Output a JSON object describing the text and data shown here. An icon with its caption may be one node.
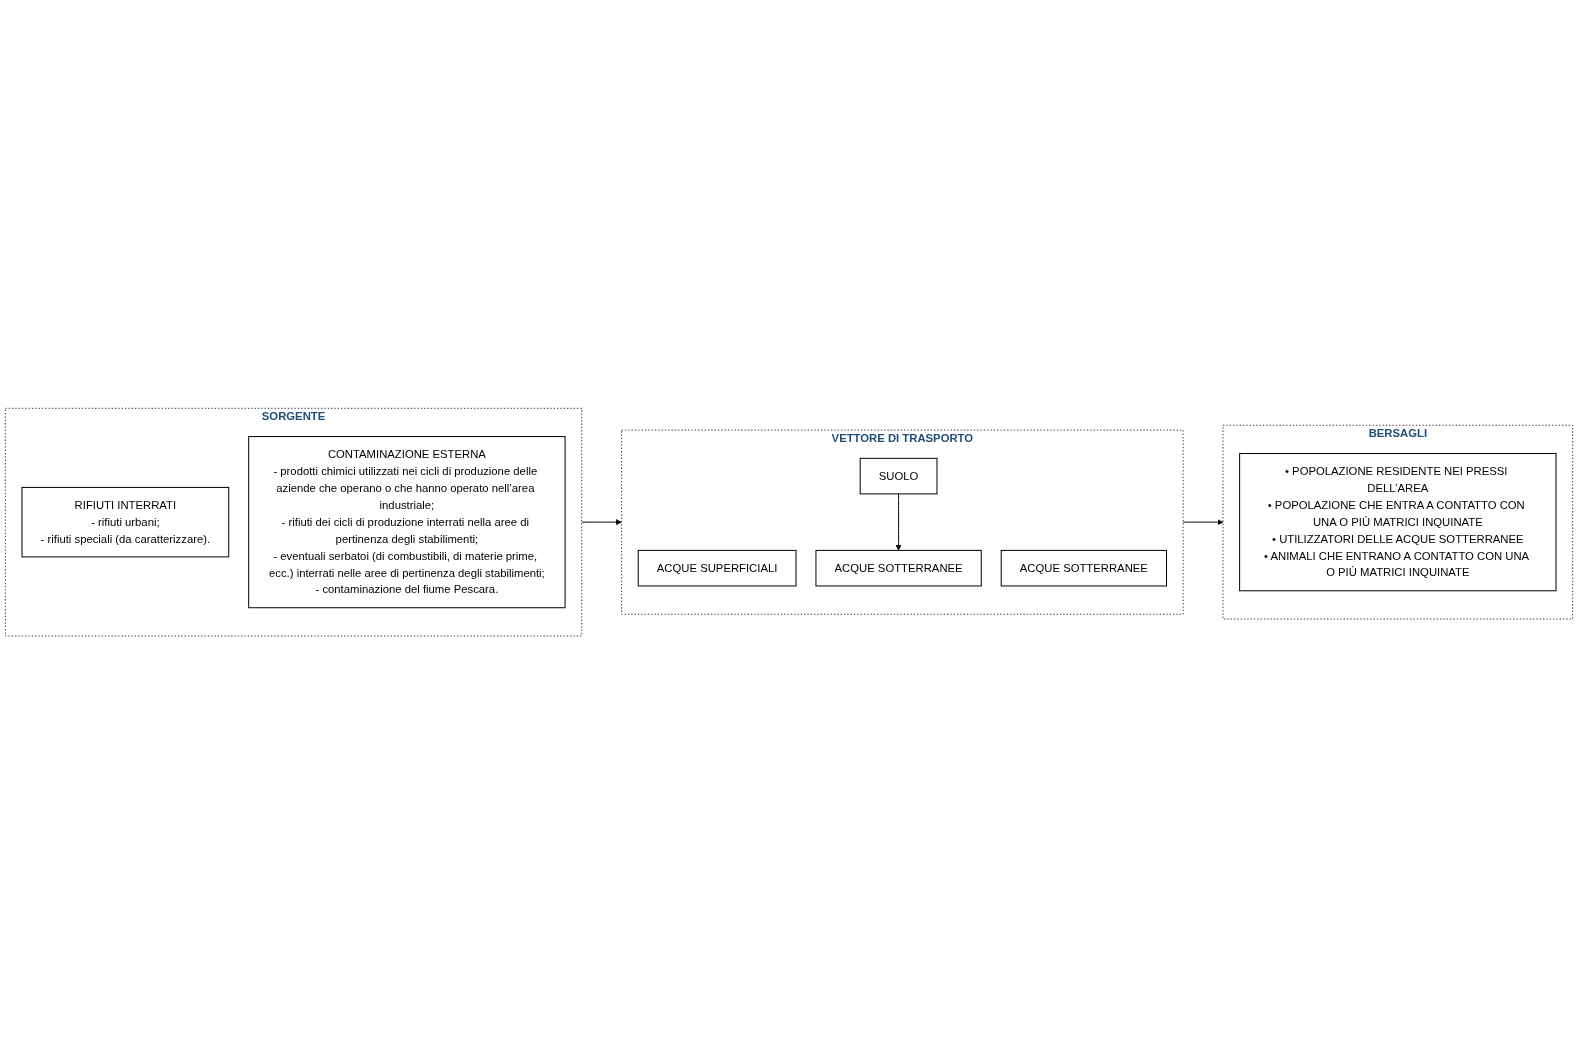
{
  "diagram": {
    "nodes": [
      {
        "text": [
          "SORGENTE"
        ]
      },
      {
        "text": [
          "RIFIUTI INTERRATI",
          "- rifiuti urbani;",
          "- rifiuti speciali (da caratterizzare)."
        ],
        "in": 0
      },
      {
        "text": [
          "CONTAMINAZIONE ESTERNA",
          "- prodotti chimici utilizzati nei cicli di produzione delle aziende che operano o che hanno operato nell’area industriale;",
          "- rifiuti dei cicli di produzione interrati nella aree di pertinenza degli stabilimenti;",
          "- eventuali serbatoi (di combustibili, di materie prime, ecc.) interrati nelle aree di pertinenza degli stabilimenti;",
          "- contaminazione del fiume Pescara."
        ],
        "in": 0
      },
      {
        "text": [
          "VETTORE DI TRASPORTO"
        ]
      },
      {
        "text": [
          "ACQUE SUPERFICIALI"
        ],
        "in": 3
      },
      {
        "text": [
          "ACQUE SOTTERRANEE"
        ],
        "in": 3
      },
      {
        "text": [
          "SUOLO"
        ],
        "in": 3
      },
      {
        "text": [
          "ACQUE SOTTERRANEE"
        ],
        "in": 3
      },
      {
        "text": [
          "BERSAGLI"
        ]
      },
      {
        "text": [
          "• POPOLAZIONE RESIDENTE NEI PRESSI DELL’AREA",
          "• POPOLAZIONE CHE ENTRA A CONTATTO CON UNA O PIÙ MATRICI INQUINATE",
          "• UTILIZZATORI DELLE ACQUE SOTTERRANEE",
          "• ANIMALI CHE ENTRANO A CONTATTO CON UNA O PIÙ MATRICI INQUINATE"
        ],
        "in": 8
      }
    ],
    "edges": [
      {
        "from": 0,
        "to": 3,
        "arrow": "to"
      },
      {
        "from": 3,
        "to": 8,
        "arrow": "to"
      },
      {
        "from": 6,
        "to": 7,
        "arrow": "to"
      }
    ]
  }
}
